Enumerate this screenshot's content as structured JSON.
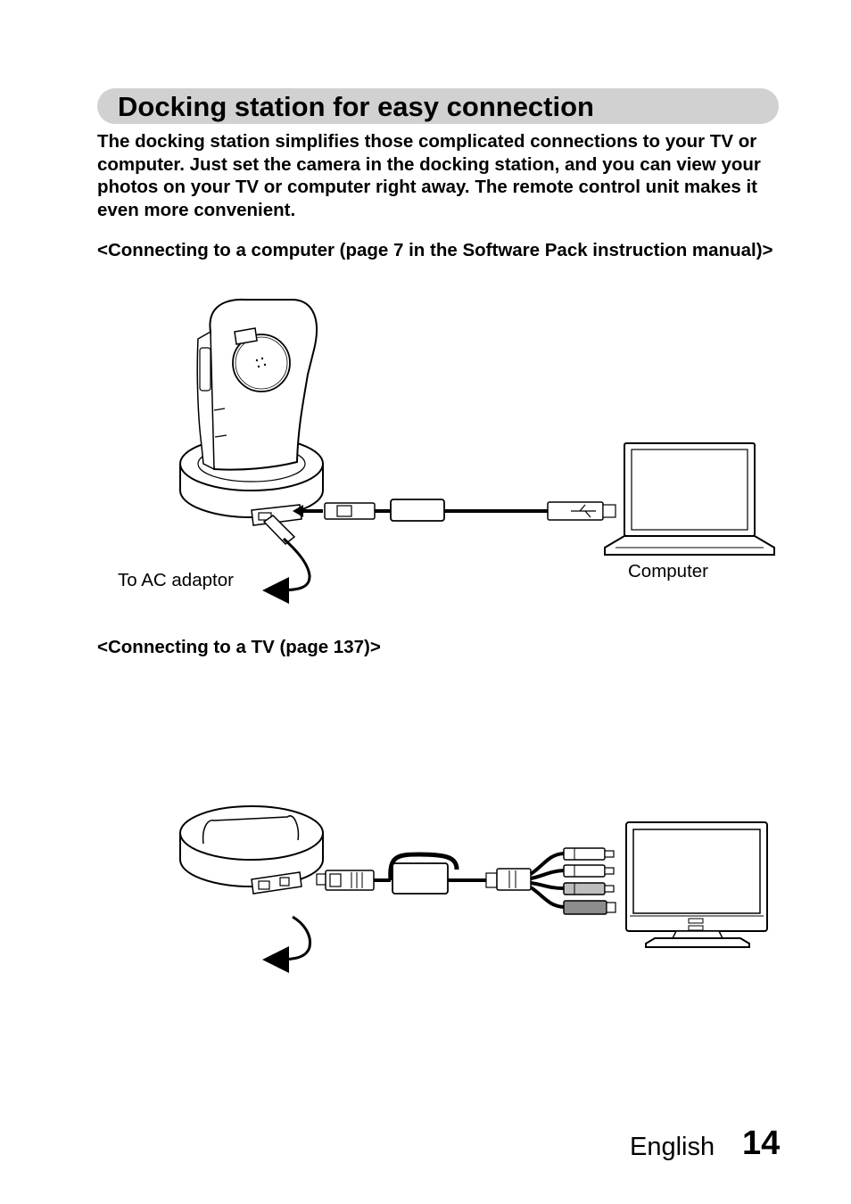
{
  "title": "Docking station for easy connection",
  "intro": "The docking station simplifies those complicated connections to your TV or computer. Just set the camera in the docking station, and you can view your photos on your TV or computer right away. The remote control unit makes it even more convenient.",
  "section_computer": {
    "heading": "<Connecting to a computer (page 7 in the Software Pack instruction manual)>",
    "label_ac": "To AC adaptor",
    "label_computer": "Computer"
  },
  "section_tv": {
    "heading": "<Connecting to a TV (page 137)>"
  },
  "footer": {
    "language": "English",
    "page_number": "14"
  },
  "icons": [
    "camera-icon",
    "docking-station-icon",
    "usb-cable-icon",
    "laptop-icon",
    "av-cable-icon",
    "tv-icon",
    "arrow-icon"
  ]
}
